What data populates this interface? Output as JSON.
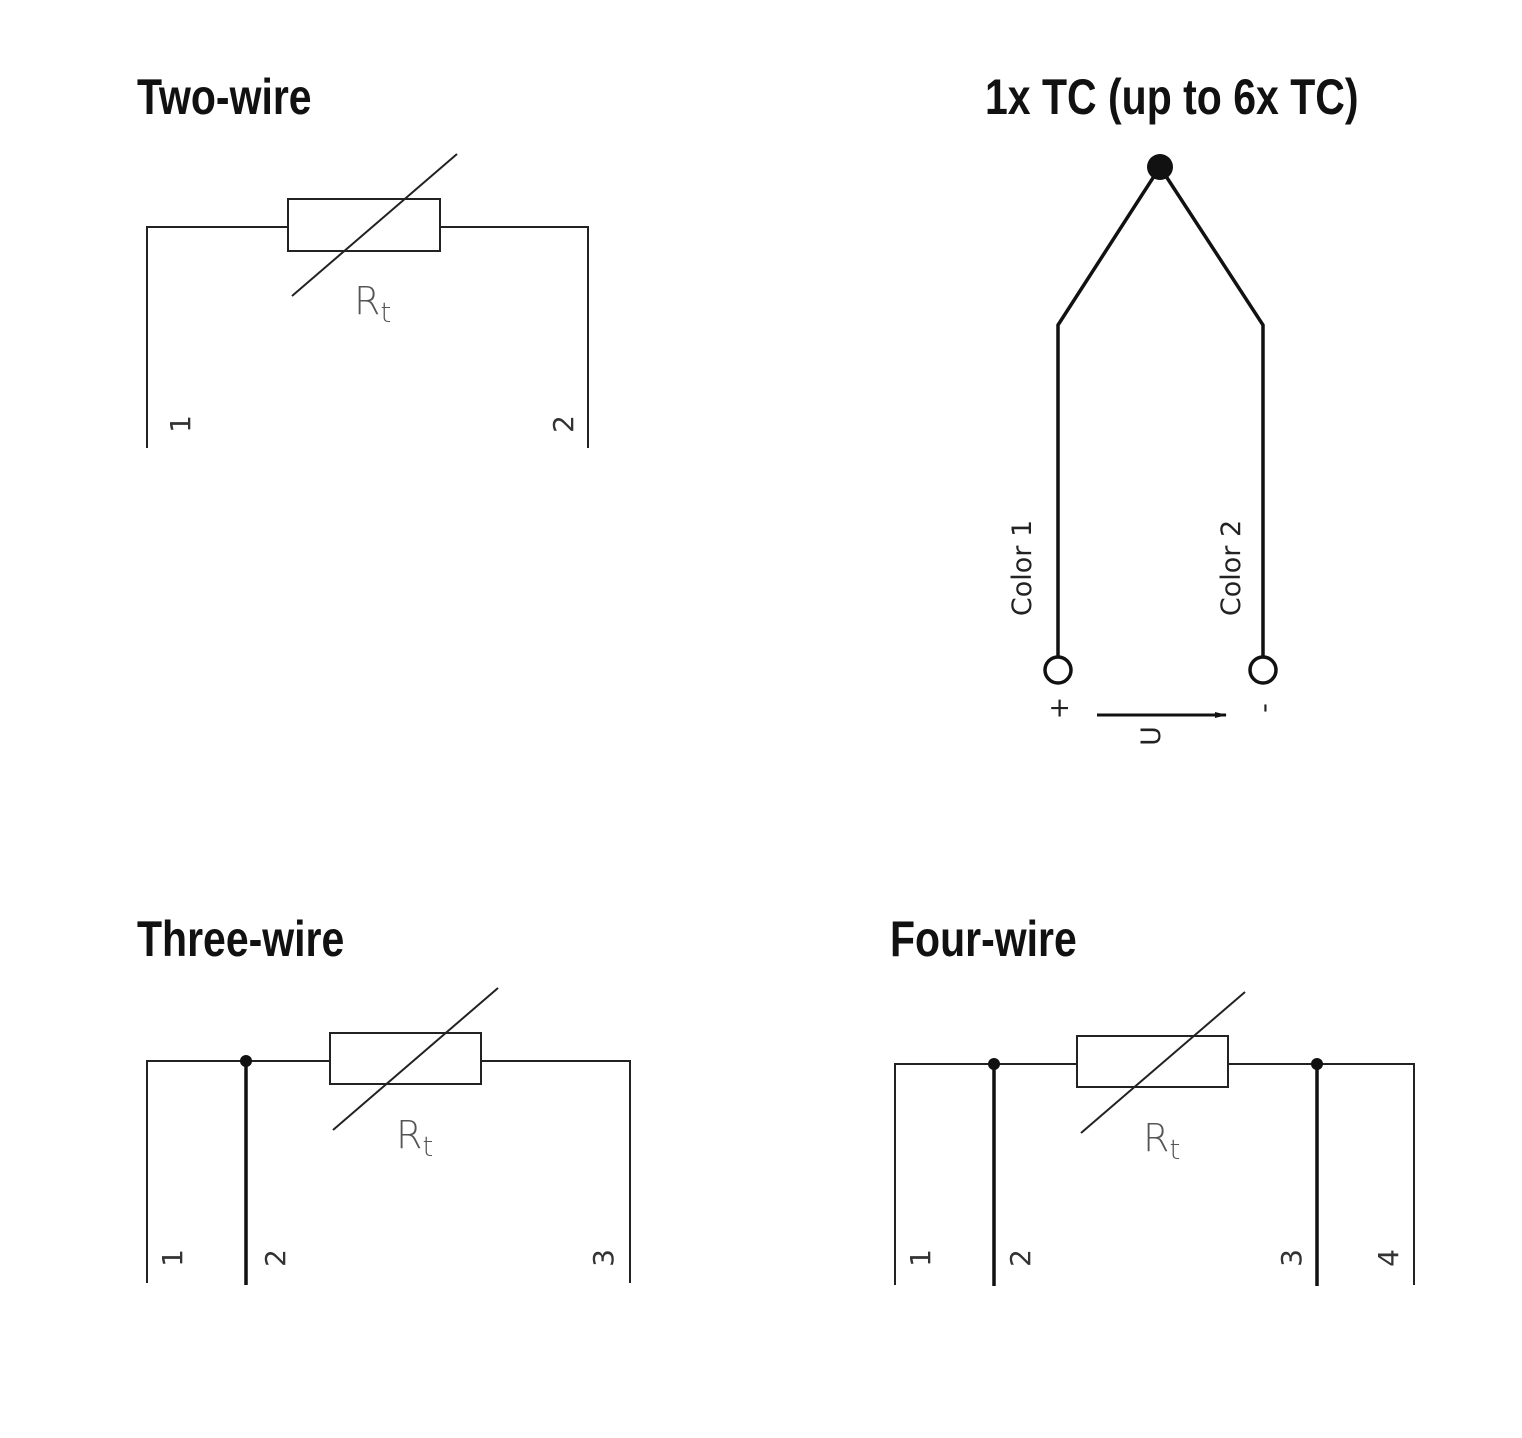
{
  "two_wire": {
    "title": "Two-wire",
    "resistor_label": "R",
    "resistor_sub": "t",
    "terminals": [
      "1",
      "2"
    ]
  },
  "thermocouple": {
    "title": "1x TC (up to 6x TC)",
    "wire_labels": [
      "Color 1",
      "Color 2"
    ],
    "plus": "+",
    "minus": "-",
    "voltage": "U"
  },
  "three_wire": {
    "title": "Three-wire",
    "resistor_label": "R",
    "resistor_sub": "t",
    "terminals": [
      "1",
      "2",
      "3"
    ]
  },
  "four_wire": {
    "title": "Four-wire",
    "resistor_label": "R",
    "resistor_sub": "t",
    "terminals": [
      "1",
      "2",
      "3",
      "4"
    ]
  }
}
